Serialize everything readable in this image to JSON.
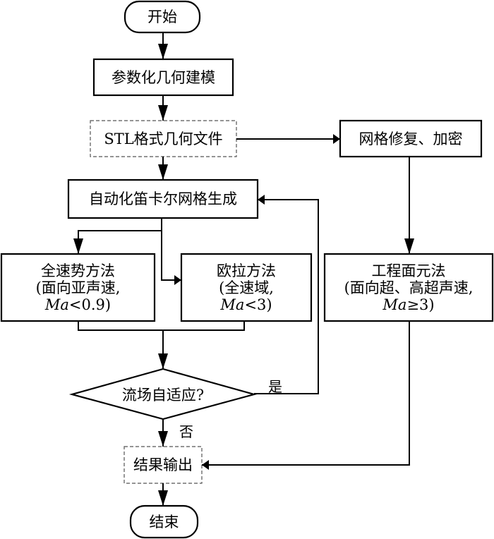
{
  "diagram": {
    "type": "flowchart",
    "nodes": {
      "start": {
        "label": "开始",
        "shape": "terminator"
      },
      "param_modeling": {
        "label": "参数化几何建模",
        "shape": "process"
      },
      "stl_file": {
        "label": "STL格式几何文件",
        "shape": "data-dashed"
      },
      "mesh_repair": {
        "label": "网格修复、加密",
        "shape": "process"
      },
      "cartesian_mesh": {
        "label": "自动化笛卡尔网格生成",
        "shape": "process"
      },
      "full_potential": {
        "line1": "全速势方法",
        "line2": "(面向亚声速,",
        "line3_italic": "Ma",
        "line3_rest": "<0.9)",
        "shape": "process"
      },
      "euler": {
        "line1": "欧拉方法",
        "line2": "(全速域,",
        "line3_italic": "Ma",
        "line3_rest": "<3)",
        "shape": "process"
      },
      "panel_method": {
        "line1": "工程面元法",
        "line2": "(面向超、高超声速,",
        "line3_italic": "Ma",
        "line3_rest": "≥3)",
        "shape": "process"
      },
      "adaptive": {
        "label": "流场自适应?",
        "shape": "decision"
      },
      "output": {
        "label": "结果输出",
        "shape": "data-dashed"
      },
      "end": {
        "label": "结束",
        "shape": "terminator"
      }
    },
    "edges": [
      {
        "from": "start",
        "to": "param_modeling"
      },
      {
        "from": "param_modeling",
        "to": "stl_file"
      },
      {
        "from": "stl_file",
        "to": "cartesian_mesh"
      },
      {
        "from": "stl_file",
        "to": "mesh_repair"
      },
      {
        "from": "cartesian_mesh",
        "to": "full_potential"
      },
      {
        "from": "cartesian_mesh",
        "to": "euler"
      },
      {
        "from": "mesh_repair",
        "to": "panel_method"
      },
      {
        "from": "full_potential",
        "to": "adaptive"
      },
      {
        "from": "euler",
        "to": "adaptive"
      },
      {
        "from": "adaptive",
        "to": "cartesian_mesh",
        "label": "是"
      },
      {
        "from": "adaptive",
        "to": "output",
        "label": "否"
      },
      {
        "from": "panel_method",
        "to": "output"
      },
      {
        "from": "output",
        "to": "end"
      }
    ],
    "edge_labels": {
      "yes": "是",
      "no": "否"
    }
  }
}
